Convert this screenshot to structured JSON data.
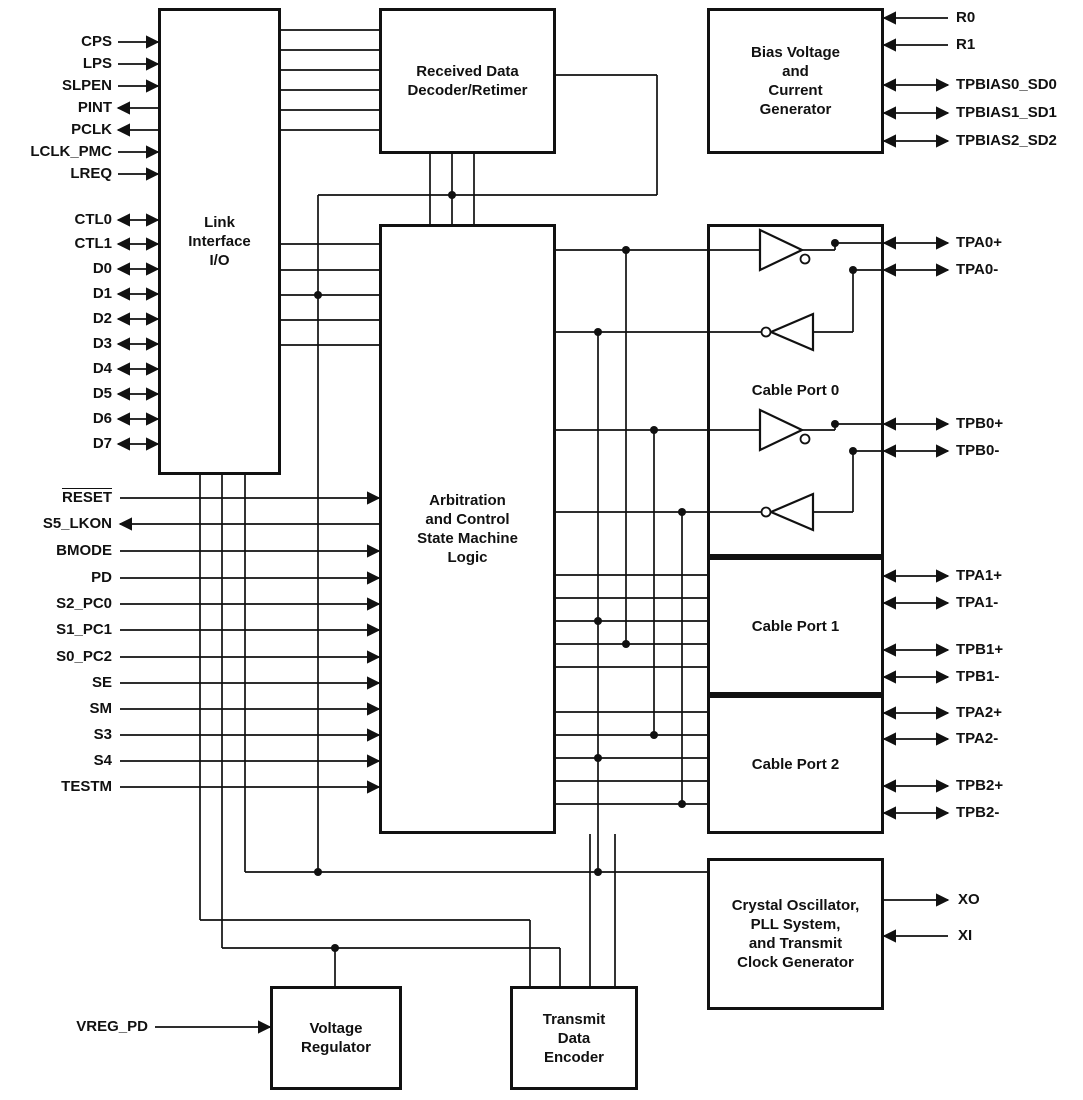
{
  "colors": {
    "ink": "#111111",
    "background": "#ffffff"
  },
  "blocks": {
    "link_interface": {
      "label": "Link\nInterface\nI/O"
    },
    "received_data_decoder": {
      "label": "Received Data\nDecoder/Retimer"
    },
    "bias_voltage_generator": {
      "label": "Bias Voltage\nand\nCurrent\nGenerator"
    },
    "arbitration_logic": {
      "label": "Arbitration\nand Control\nState Machine\nLogic"
    },
    "cable_port_0": {
      "label": "Cable Port 0"
    },
    "cable_port_1": {
      "label": "Cable Port 1"
    },
    "cable_port_2": {
      "label": "Cable Port 2"
    },
    "crystal_pll": {
      "label": "Crystal Oscillator,\nPLL System,\nand Transmit\nClock Generator"
    },
    "voltage_regulator": {
      "label": "Voltage\nRegulator"
    },
    "transmit_data_encoder": {
      "label": "Transmit\nData\nEncoder"
    }
  },
  "signals": {
    "left_link": [
      {
        "name": "CPS",
        "direction": "input"
      },
      {
        "name": "LPS",
        "direction": "input"
      },
      {
        "name": "SLPEN",
        "direction": "input"
      },
      {
        "name": "PINT",
        "direction": "output"
      },
      {
        "name": "PCLK",
        "direction": "output"
      },
      {
        "name": "LCLK_PMC",
        "direction": "input"
      },
      {
        "name": "LREQ",
        "direction": "input"
      },
      {
        "name": "CTL0",
        "direction": "bidirectional"
      },
      {
        "name": "CTL1",
        "direction": "bidirectional"
      },
      {
        "name": "D0",
        "direction": "bidirectional"
      },
      {
        "name": "D1",
        "direction": "bidirectional"
      },
      {
        "name": "D2",
        "direction": "bidirectional"
      },
      {
        "name": "D3",
        "direction": "bidirectional"
      },
      {
        "name": "D4",
        "direction": "bidirectional"
      },
      {
        "name": "D5",
        "direction": "bidirectional"
      },
      {
        "name": "D6",
        "direction": "bidirectional"
      },
      {
        "name": "D7",
        "direction": "bidirectional"
      }
    ],
    "left_arbitration": [
      {
        "name": "RESET",
        "direction": "input",
        "overline": true
      },
      {
        "name": "S5_LKON",
        "direction": "output"
      },
      {
        "name": "BMODE",
        "direction": "input"
      },
      {
        "name": "PD",
        "direction": "input"
      },
      {
        "name": "S2_PC0",
        "direction": "input"
      },
      {
        "name": "S1_PC1",
        "direction": "input"
      },
      {
        "name": "S0_PC2",
        "direction": "input"
      },
      {
        "name": "SE",
        "direction": "input"
      },
      {
        "name": "SM",
        "direction": "input"
      },
      {
        "name": "S3",
        "direction": "input"
      },
      {
        "name": "S4",
        "direction": "input"
      },
      {
        "name": "TESTM",
        "direction": "input"
      }
    ],
    "left_bottom": [
      {
        "name": "VREG_PD",
        "direction": "input"
      }
    ],
    "right_bias": [
      {
        "name": "R0",
        "direction": "input"
      },
      {
        "name": "R1",
        "direction": "input"
      },
      {
        "name": "TPBIAS0_SD0",
        "direction": "bidirectional"
      },
      {
        "name": "TPBIAS1_SD1",
        "direction": "bidirectional"
      },
      {
        "name": "TPBIAS2_SD2",
        "direction": "bidirectional"
      }
    ],
    "right_cable_ports": [
      {
        "name": "TPA0+",
        "direction": "bidirectional"
      },
      {
        "name": "TPA0-",
        "direction": "bidirectional"
      },
      {
        "name": "TPB0+",
        "direction": "bidirectional"
      },
      {
        "name": "TPB0-",
        "direction": "bidirectional"
      },
      {
        "name": "TPA1+",
        "direction": "bidirectional"
      },
      {
        "name": "TPA1-",
        "direction": "bidirectional"
      },
      {
        "name": "TPB1+",
        "direction": "bidirectional"
      },
      {
        "name": "TPB1-",
        "direction": "bidirectional"
      },
      {
        "name": "TPA2+",
        "direction": "bidirectional"
      },
      {
        "name": "TPA2-",
        "direction": "bidirectional"
      },
      {
        "name": "TPB2+",
        "direction": "bidirectional"
      },
      {
        "name": "TPB2-",
        "direction": "bidirectional"
      }
    ],
    "right_crystal": [
      {
        "name": "XO",
        "direction": "output"
      },
      {
        "name": "XI",
        "direction": "input"
      }
    ]
  }
}
